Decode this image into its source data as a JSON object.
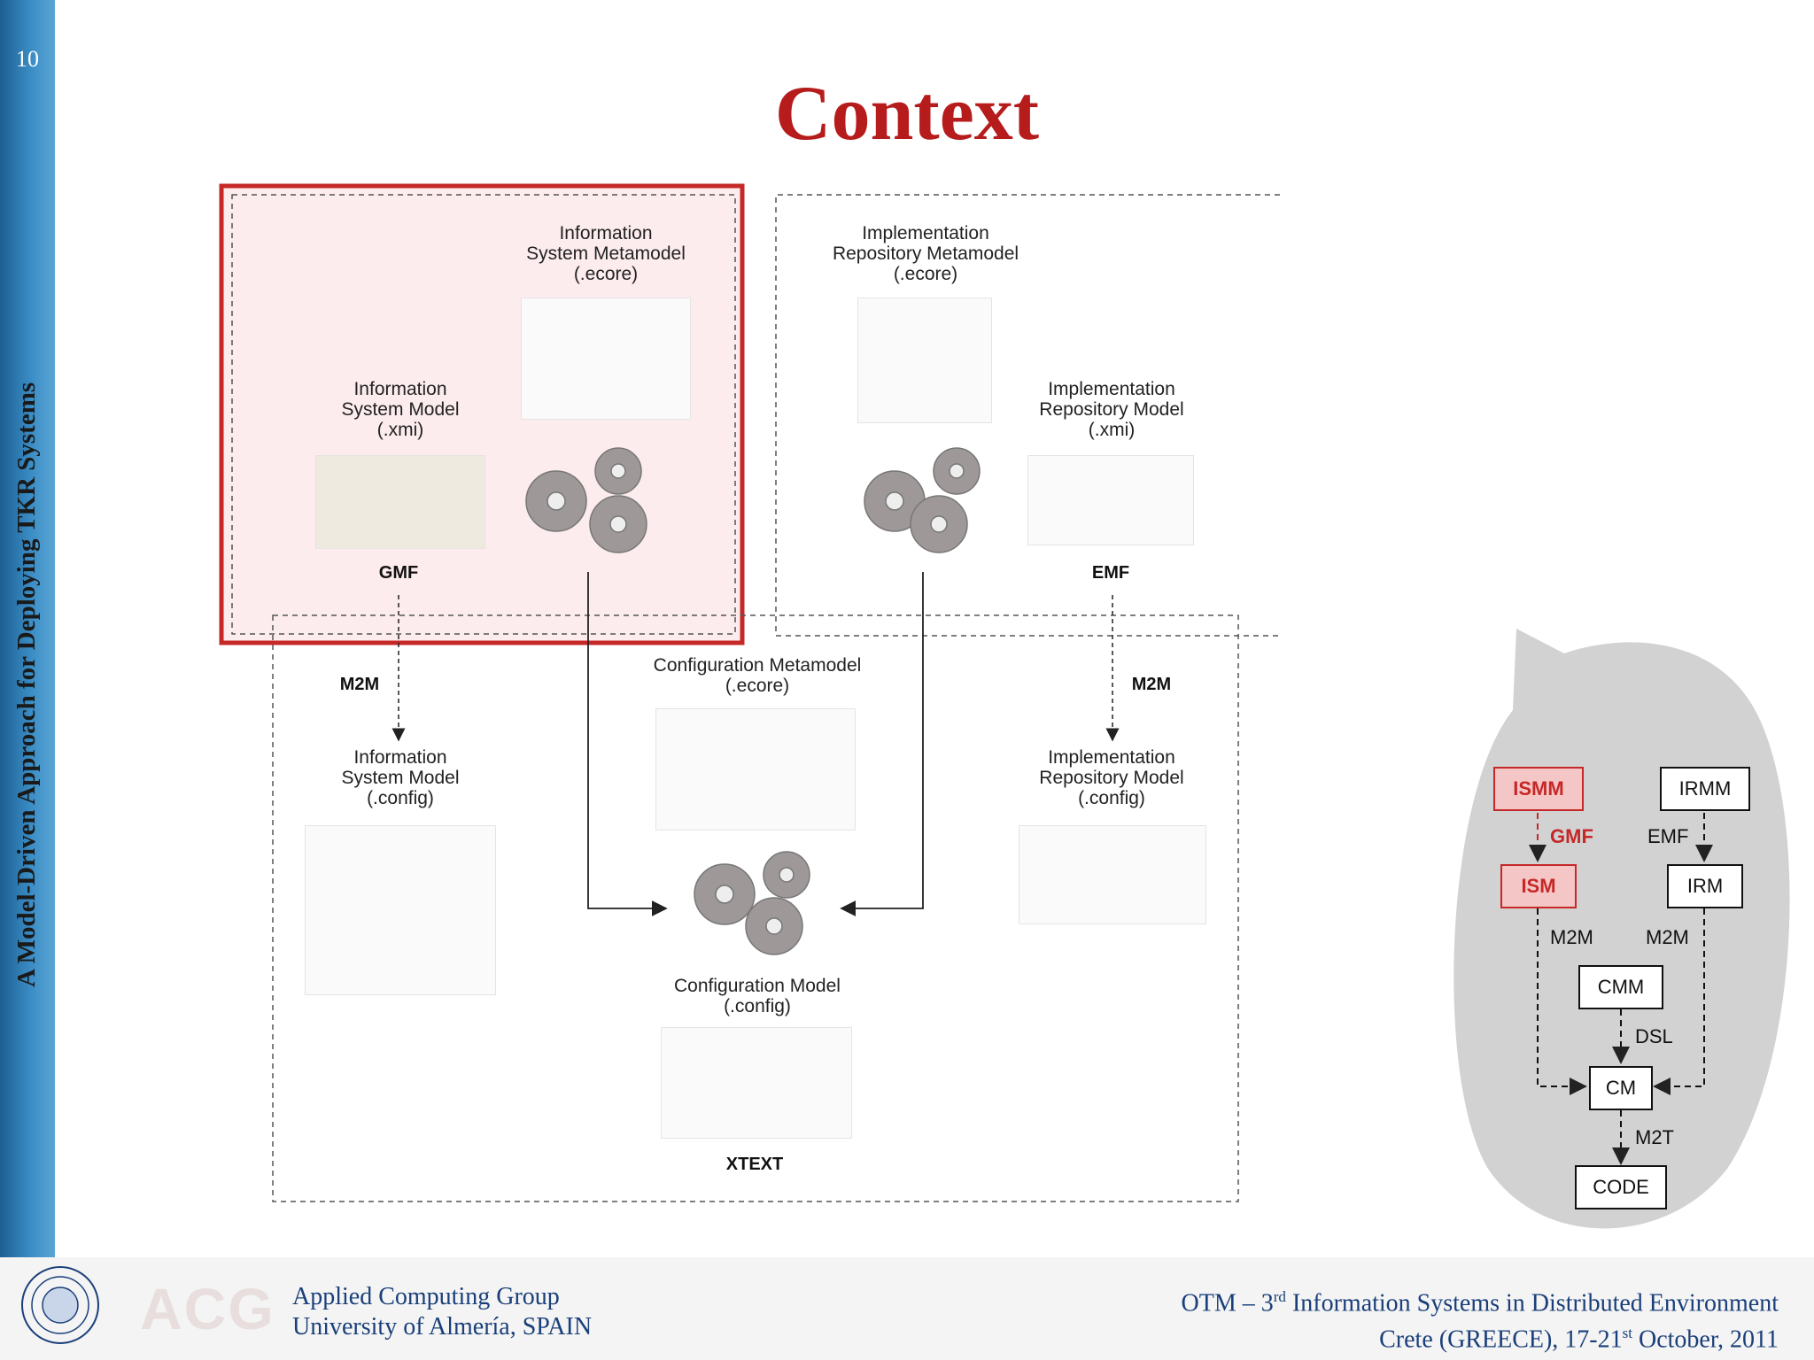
{
  "slide": {
    "number": "10",
    "title": "Context",
    "vertical_title": "A Model-Driven Approach for Deploying TKR Systems"
  },
  "diagram": {
    "ismm_label": "Information\nSystem Metamodel\n(.ecore)",
    "irmm_label": "Implementation\nRepository Metamodel\n(.ecore)",
    "ism_xmi_label": "Information\nSystem Model\n(.xmi)",
    "irm_xmi_label": "Implementation\nRepository Model\n(.xmi)",
    "cmm_label": "Configuration Metamodel\n(.ecore)",
    "ism_config_label": "Information\nSystem Model\n(.config)",
    "irm_config_label": "Implementation\nRepository Model\n(.config)",
    "cm_label": "Configuration Model\n(.config)",
    "gmf": "GMF",
    "emf": "EMF",
    "m2m_left": "M2M",
    "m2m_right": "M2M",
    "xtext": "XTEXT"
  },
  "mini_diagram": {
    "ismm": "ISMM",
    "irmm": "IRMM",
    "ism": "ISM",
    "irm": "IRM",
    "cmm": "CMM",
    "cm": "CM",
    "code": "CODE",
    "gmf": "GMF",
    "emf": "EMF",
    "m2m_left": "M2M",
    "m2m_right": "M2M",
    "dsl": "DSL",
    "m2t": "M2T"
  },
  "footer": {
    "logo_text": "ACG",
    "group": "Applied Computing Group",
    "university": "University of Almería, SPAIN",
    "conference_prefix": "OTM – 3",
    "conference_sup": "rd",
    "conference_rest": " Information Systems in Distributed Environment",
    "location_prefix": "Crete (GREECE), 17-21",
    "location_sup": "st",
    "location_rest": " October, 2011"
  },
  "colors": {
    "accent": "#b71c1c",
    "highlight_fill": "#fde9ea",
    "sidebar": "#2f7fb8",
    "footer_text": "#1a3f7a"
  }
}
